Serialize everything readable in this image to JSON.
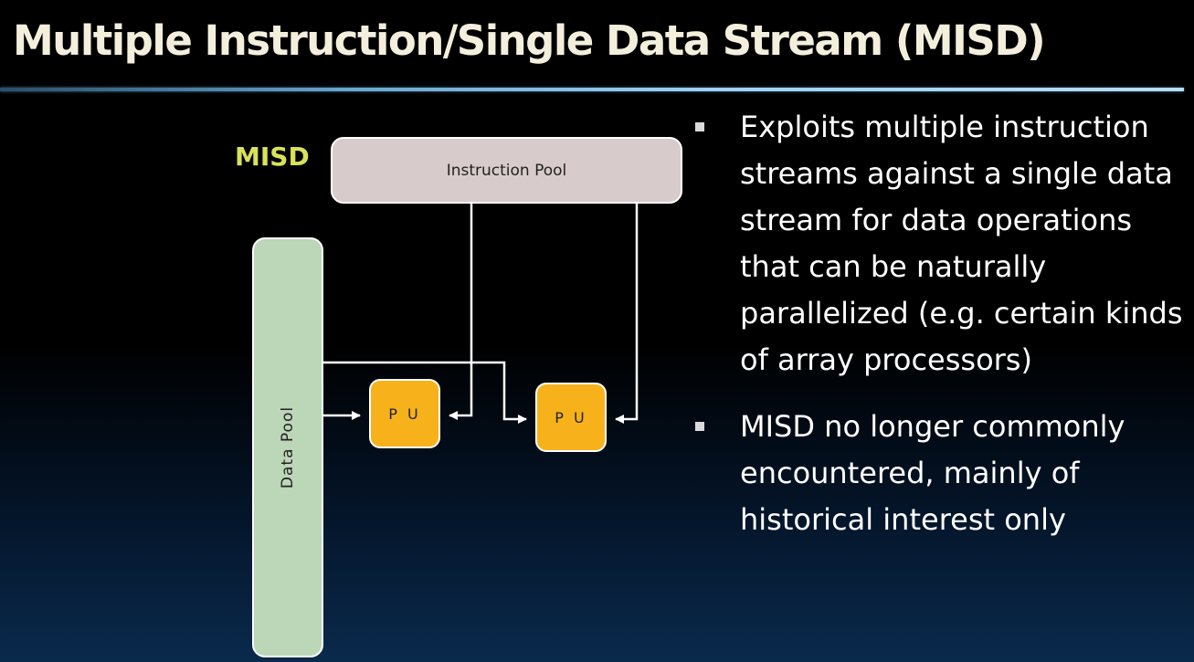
{
  "slide": {
    "title": "Multiple Instruction/Single Data Stream (MISD)"
  },
  "diagram": {
    "label": "MISD",
    "instruction_pool": "Instruction Pool",
    "data_pool": "Data Pool",
    "processing_units": [
      "P U",
      "P U"
    ]
  },
  "bullets": [
    "Exploits multiple instruction streams against a single data stream for data operations that can be naturally parallelized (e.g. certain kinds of array processors)",
    "MISD no longer commonly encountered, mainly of historical interest only"
  ],
  "colors": {
    "title": "#f4efdd",
    "misd_label": "#d8e25a",
    "instruction_pool": "#d8cbcb",
    "data_pool": "#bcd6b8",
    "processing_unit": "#f7b21b",
    "connector": "#ffffff",
    "title_rule": "#9ed0f2"
  }
}
